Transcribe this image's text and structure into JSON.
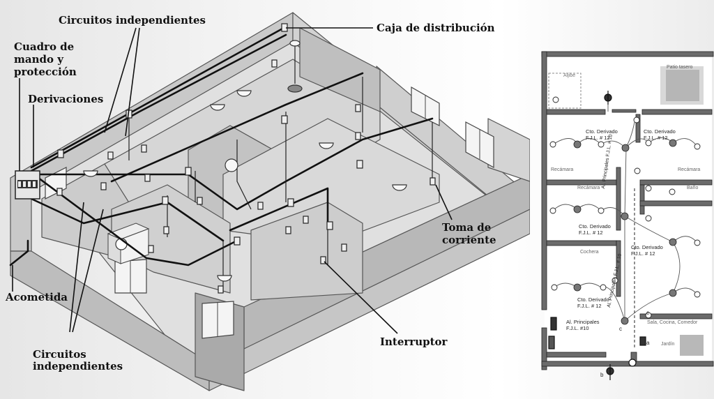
{
  "labels": {
    "circuitos_top": "Circuitos independientes",
    "caja": "Caja de distribución",
    "cuadro_l1": "Cuadro de",
    "cuadro_l2": "mando y",
    "cuadro_l3": "protección",
    "derivaciones": "Derivaciones",
    "toma_l1": "Toma de",
    "toma_l2": "corriente",
    "acometida": "Acometida",
    "interruptor": "Interruptor",
    "circuitos_bottom_l1": "Circuitos",
    "circuitos_bottom_l2": "independientes"
  },
  "plan": {
    "aljibe": "Aljibe",
    "patio": "Patio tasero",
    "cto_a_1": "Cto. Derivado",
    "cto_a_2": "F.J.L. # 12",
    "cto_b_1": "Cto. Derivado",
    "cto_b_2": "F.J.L. # 12",
    "recamara_a": "Recámara",
    "recamara_b": "Recámara",
    "recamara_c": "Recámara",
    "bano": "Baño",
    "al_principales_a": "Al. Principales",
    "fjl10_a": "F.J.L. # 10",
    "cto_c_1": "Cto. Derivado",
    "cto_c_2": "F.J.L. # 12",
    "cto_d_1": "Cto. Derivado",
    "cto_d_2": "F.J.L. # 12",
    "cochera": "Cochera",
    "al_principales_b": "Al. Principales",
    "fjl10_b": "F.J.L. # 10",
    "cto_e_1": "Cto. Derivado",
    "cto_e_2": "F.J.L. # 12",
    "al_principales_c": "Al. Principales",
    "fjl10_c": "F.J.L. #10",
    "sala": "Sala, Cocina, Comedor",
    "jardin": "Jardín",
    "mark_a": "a",
    "mark_b": "b",
    "mark_c": "c",
    "mark_c2": "c"
  }
}
